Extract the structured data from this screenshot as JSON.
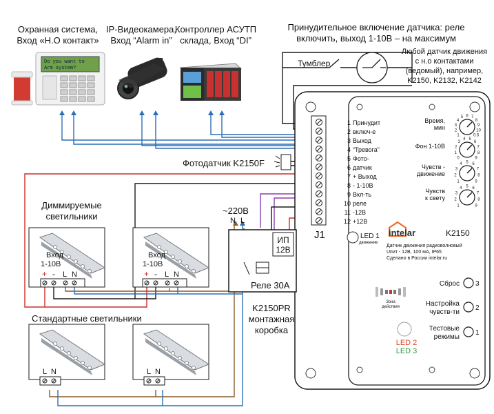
{
  "top_labels": {
    "security": [
      "Охранная система,",
      "Вход «Н.О контакт»"
    ],
    "ipcam": [
      "IP-Видеокамера,",
      "Вход “Alarm in”"
    ],
    "asutp": [
      "Контроллер АСУТП",
      "склада, Вход “DI”"
    ],
    "forced": [
      "Принудительное включение датчика: реле",
      "включить, выход 1-10В – на максимум"
    ]
  },
  "alarm_panel_text": [
    "Do you want to",
    "Arm system?"
  ],
  "tumbler": "Тумблер",
  "any_sensor": [
    "Любой датчик движения",
    "с н.о контактами",
    "(ведомый), например,",
    "K2150, K2132, K2142"
  ],
  "photosensor": "Фотодатчик K2150F",
  "dimmable": [
    "Диммируемые",
    "светильники"
  ],
  "standard": "Стандартные светильники",
  "dim_input": [
    "Вход",
    "1-10В"
  ],
  "plus": "+",
  "minus": "-",
  "L": "L",
  "N": "N",
  "mains": "~220В",
  "psu": [
    "ИП",
    "12В"
  ],
  "relay": "Реле 30А",
  "box": [
    "K2150PR",
    "монтажная",
    "коробка"
  ],
  "j1": "J1",
  "terminals": [
    {
      "n": "1",
      "label": "Принудит"
    },
    {
      "n": "2",
      "label": "включ-е"
    },
    {
      "n": "3",
      "label": "Выход"
    },
    {
      "n": "4",
      "label": "“Тревога”"
    },
    {
      "n": "5",
      "label": "Фото-"
    },
    {
      "n": "6",
      "label": "датчик"
    },
    {
      "n": "7",
      "label": "+ Выход"
    },
    {
      "n": "8",
      "label": "- 1-10В"
    },
    {
      "n": "9",
      "label": "Вкл-ть"
    },
    {
      "n": "10",
      "label": "реле"
    },
    {
      "n": "11",
      "label": "-12В"
    },
    {
      "n": "12",
      "label": "+12В"
    }
  ],
  "knobs": [
    {
      "label": [
        "Время,",
        "мин"
      ],
      "scale": [
        "1",
        "2",
        "3",
        "4",
        "5",
        "6",
        "7",
        "8",
        "9",
        "10",
        "0.5"
      ]
    },
    {
      "label": [
        "Фон 1-10В"
      ],
      "scale": [
        "0",
        "1",
        "2",
        "3",
        "4",
        "5",
        "6",
        "7",
        "8",
        "9"
      ]
    },
    {
      "label": [
        "Чувств -",
        "движение"
      ],
      "scale": [
        "1",
        "2",
        "3",
        "4",
        "5",
        "6",
        "7",
        "8",
        "9"
      ]
    },
    {
      "label": [
        "Чувств",
        "к свету"
      ],
      "scale": [
        "1",
        "2",
        "3",
        "4",
        "5",
        "6",
        "7",
        "8",
        "9"
      ]
    }
  ],
  "led1": [
    "LED 1",
    "движение"
  ],
  "brand": "intelar",
  "model": "K2150",
  "device_desc": [
    "Датчик движения радиоволновый",
    "Uпит - 12В, 100 мА, IP65",
    "Сделано в России  intelar.ru"
  ],
  "zone": [
    "Зона",
    "действия"
  ],
  "buttons": [
    {
      "label": [
        "Сброс"
      ],
      "n": "3"
    },
    {
      "label": [
        "Настройка",
        "чувств-ти"
      ],
      "n": "2"
    },
    {
      "label": [
        "Тестовые",
        "режимы"
      ],
      "n": "1"
    }
  ],
  "led2": "LED 2",
  "led3": "LED 3",
  "colors": {
    "blue": "#2a6fb7",
    "red": "#d12b2b",
    "brown": "#8a5a2b",
    "purple": "#8b3fae",
    "black": "#1a1a1a",
    "led2": "#d9452a",
    "led3": "#2f9a3a",
    "brand": "#e7682a"
  }
}
